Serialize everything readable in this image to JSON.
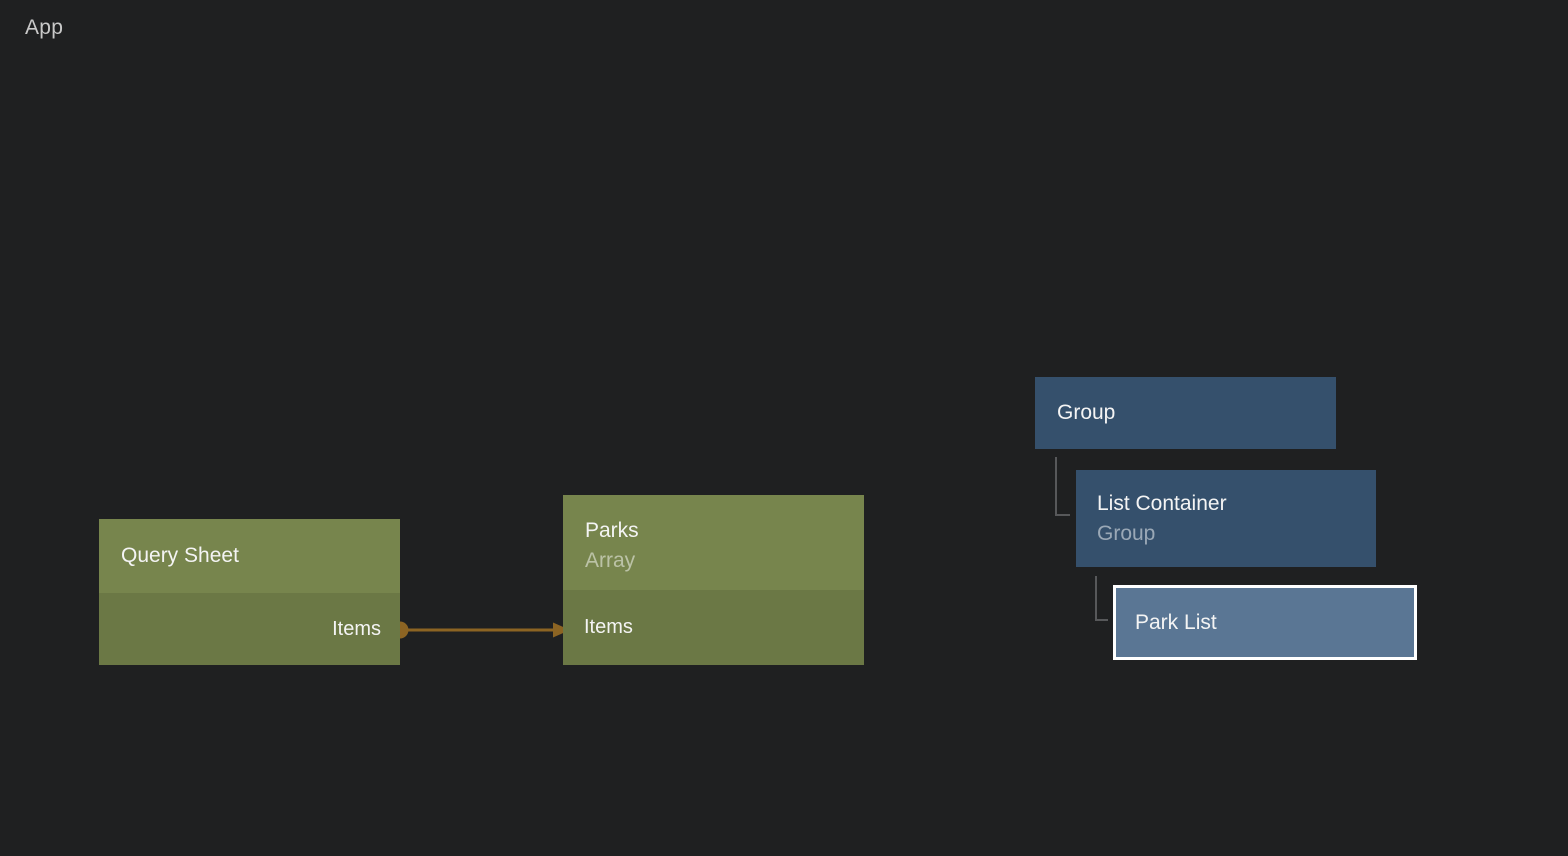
{
  "app": {
    "title": "App"
  },
  "nodes": {
    "query_sheet": {
      "title": "Query Sheet",
      "ports": {
        "output": "Items"
      }
    },
    "parks": {
      "title": "Parks",
      "subtitle": "Array",
      "ports": {
        "input": "Items"
      }
    },
    "group": {
      "title": "Group"
    },
    "list_container": {
      "title": "List Container",
      "subtitle": "Group"
    },
    "park_list": {
      "title": "Park List"
    }
  },
  "connections": [
    {
      "from": "Query Sheet.Items",
      "to": "Parks.Items"
    }
  ],
  "hierarchy": [
    {
      "parent": "Group",
      "child": "List Container"
    },
    {
      "parent": "List Container",
      "child": "Park List"
    }
  ],
  "selection": {
    "selected_node": "Park List"
  },
  "colors": {
    "background": "#1f2021",
    "node_green_header": "#77854d",
    "node_green_body": "#6b7845",
    "node_blue": "#35506c",
    "node_blue_selected": "#5a7694",
    "connection": "#8c6423",
    "hierarchy_line": "#57585a",
    "selection_border": "#ffffff",
    "title_text": "#f4f4f4",
    "subtitle_text": "rgba(255,255,255,0.5)",
    "app_text": "#c9c9c9"
  }
}
